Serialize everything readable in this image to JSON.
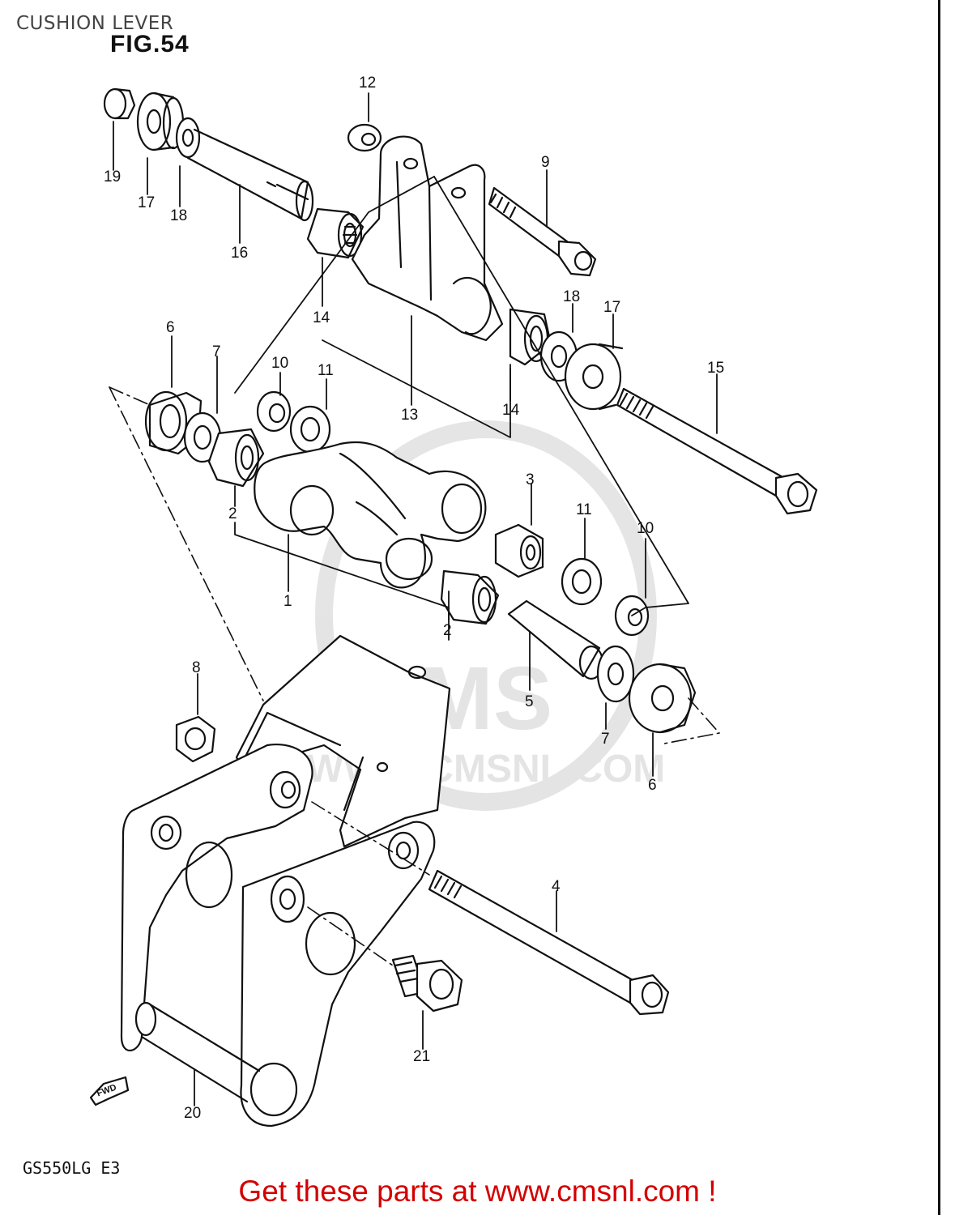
{
  "header": {
    "page_title": "CUSHION LEVER",
    "fig_label": "FIG.54"
  },
  "footer": {
    "model_code": "GS550LG E3",
    "cta": "Get these parts at www.cmsnl.com !"
  },
  "watermark": {
    "logo": "CMS",
    "url": "WWW.CMSNL.COM"
  },
  "fwd_label": "FWD",
  "callouts": {
    "c1": "1",
    "c2a": "2",
    "c2b": "2",
    "c3": "3",
    "c4": "4",
    "c5": "5",
    "c6a": "6",
    "c6b": "6",
    "c7a": "7",
    "c7b": "7",
    "c8": "8",
    "c9": "9",
    "c10a": "10",
    "c10b": "10",
    "c11a": "11",
    "c11b": "11",
    "c12": "12",
    "c13": "13",
    "c14a": "14",
    "c14b": "14",
    "c15": "15",
    "c16": "16",
    "c17a": "17",
    "c17b": "17",
    "c18a": "18",
    "c18b": "18",
    "c19": "19",
    "c20": "20",
    "c21": "21"
  },
  "colors": {
    "line": "#111111",
    "cta": "#d40000",
    "watermark": "#cfcfcf"
  }
}
